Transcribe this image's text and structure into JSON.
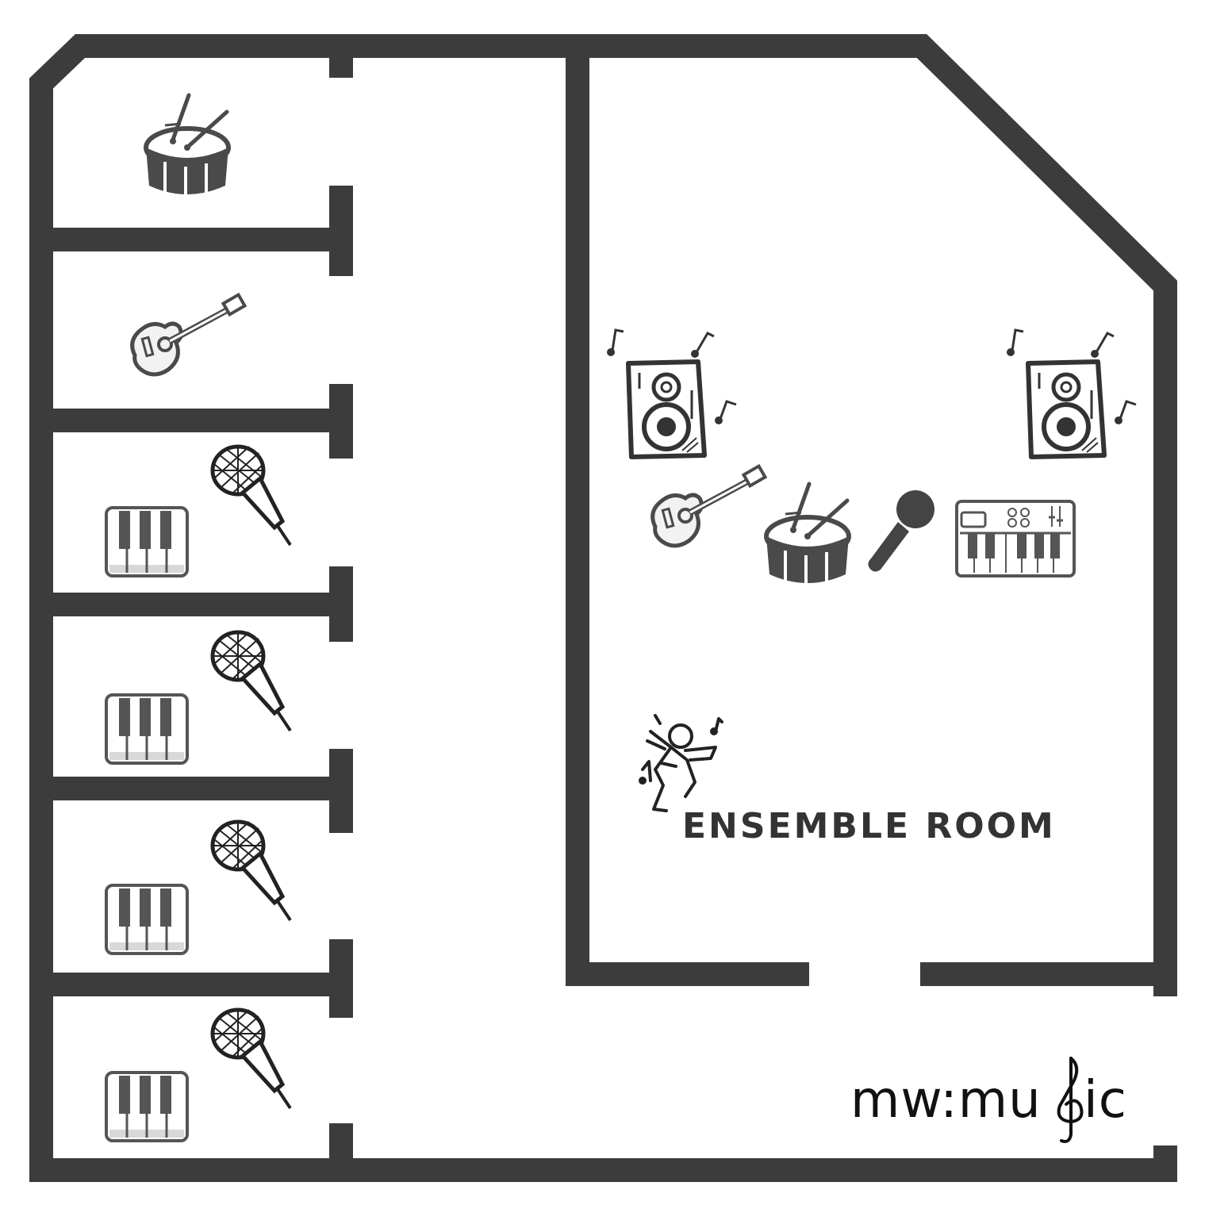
{
  "floorplan": {
    "ensemble_room_label": "ENSEMBLE ROOM",
    "logo": {
      "part1": "mw:mu",
      "part2": "ic"
    },
    "practice_rooms": [
      {
        "instruments": [
          "drum-icon"
        ]
      },
      {
        "instruments": [
          "guitar-icon"
        ]
      },
      {
        "instruments": [
          "microphone-icon",
          "piano-keys-icon"
        ]
      },
      {
        "instruments": [
          "microphone-icon",
          "piano-keys-icon"
        ]
      },
      {
        "instruments": [
          "microphone-icon",
          "piano-keys-icon"
        ]
      },
      {
        "instruments": [
          "microphone-icon",
          "piano-keys-icon"
        ]
      }
    ],
    "ensemble_instruments": [
      "speaker-icon",
      "speaker-icon",
      "guitar-icon",
      "drum-icon",
      "microphone-icon",
      "keyboard-synth-icon",
      "dancer-icon"
    ],
    "colors": {
      "wall": "#3c3c3c",
      "icon": "#4a4a4a",
      "background": "#ffffff"
    }
  }
}
